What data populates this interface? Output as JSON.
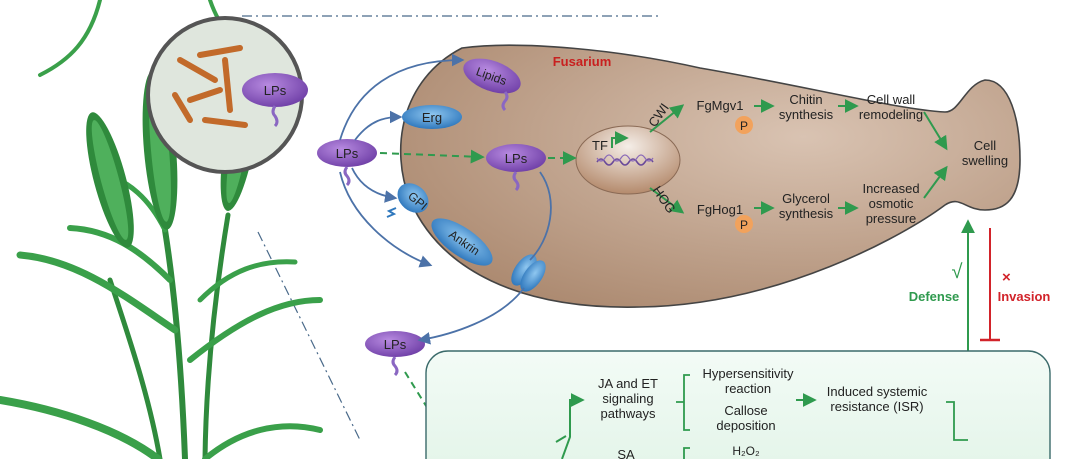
{
  "colors": {
    "accent_green": "#2f9a4e",
    "fusarium_red": "#c8201f",
    "invasion_red": "#d2232a",
    "blue_arrow": "#4c72a8",
    "protein_purple": "#8456b6",
    "erg_blue": "#3d8bd0",
    "phospho_orange": "#f2a25c",
    "cell_brown": "#b8977e",
    "panel_border": "#3a6a6a"
  },
  "labels": {
    "lps_zoom": "LPs",
    "lps_left": "LPs",
    "lps_center": "LPs",
    "lps_bottom": "LPs",
    "lipids": "Lipids",
    "erg": "Erg",
    "gpi": "GPI",
    "ankrin": "Ankrin",
    "fusarium": "Fusarium",
    "tf": "TF",
    "cwi": "CWI",
    "hog": "HOG",
    "fgmgv1": "FgMgv1",
    "fghog1": "FgHog1",
    "p1": "P",
    "p2": "P",
    "chitin_l1": "Chitin",
    "chitin_l2": "synthesis",
    "cellwall_l1": "Cell wall",
    "cellwall_l2": "remodeling",
    "glycerol_l1": "Glycerol",
    "glycerol_l2": "synthesis",
    "increased_l1": "Increased",
    "increased_l2": "osmotic",
    "increased_l3": "pressure",
    "cell_swelling_l1": "Cell",
    "cell_swelling_l2": "swelling",
    "check": "√",
    "defense": "Defense",
    "cross": "×",
    "invasion": "Invasion",
    "ja_l1": "JA and ET",
    "ja_l2": "signaling",
    "ja_l3": "pathways",
    "hyper_l1": "Hypersensitivity",
    "hyper_l2": "reaction",
    "callose_l1": "Callose",
    "callose_l2": "deposition",
    "isr_l1": "Induced systemic",
    "isr_l2": "resistance (ISR)",
    "sa": "SA",
    "h2o2": "H₂O₂"
  }
}
